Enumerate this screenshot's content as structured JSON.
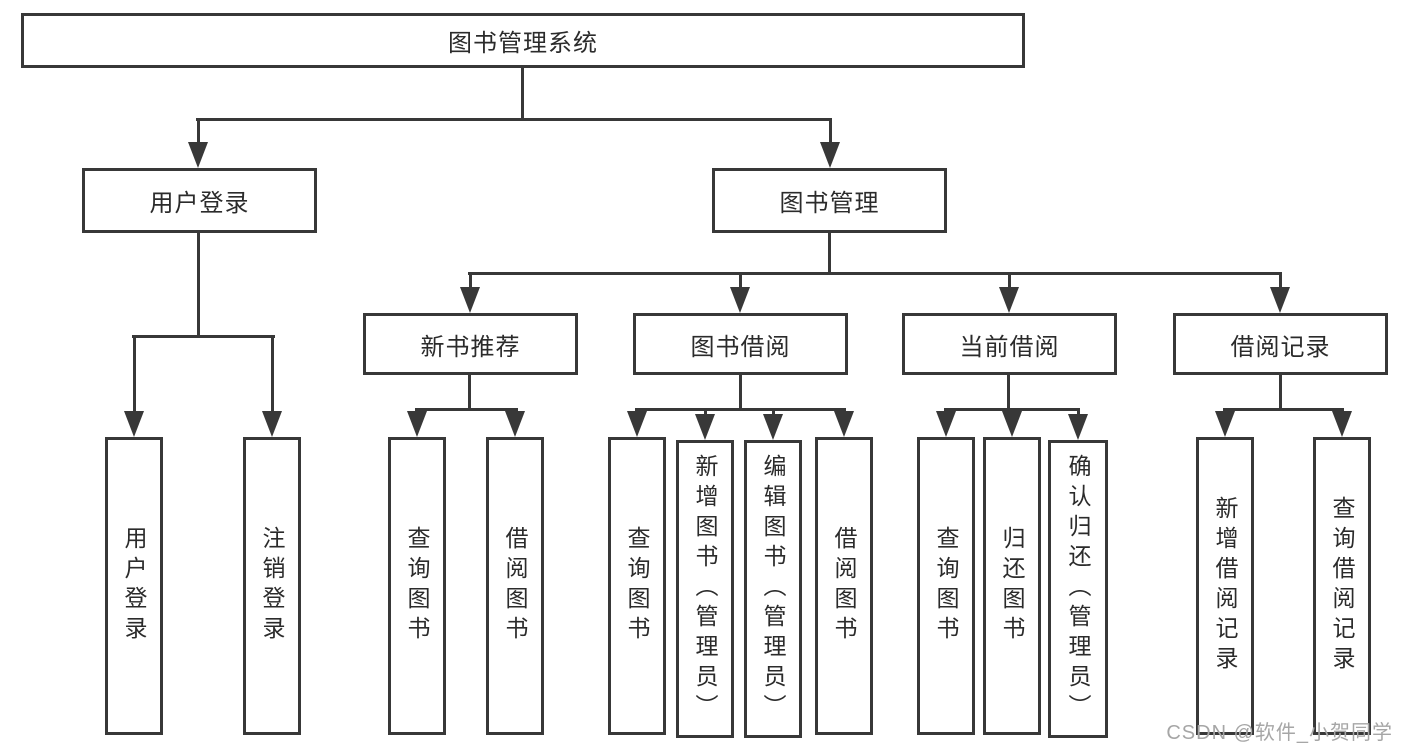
{
  "tree": {
    "label": "图书管理系统",
    "children": [
      {
        "label": "用户登录",
        "children": [
          {
            "label": "用户登录"
          },
          {
            "label": "注销登录"
          }
        ]
      },
      {
        "label": "图书管理",
        "children": [
          {
            "label": "新书推荐",
            "children": [
              {
                "label": "查询图书"
              },
              {
                "label": "借阅图书"
              }
            ]
          },
          {
            "label": "图书借阅",
            "children": [
              {
                "label": "查询图书"
              },
              {
                "label": "新增图书（管理员）"
              },
              {
                "label": "编辑图书（管理员）"
              },
              {
                "label": "借阅图书"
              }
            ]
          },
          {
            "label": "当前借阅",
            "children": [
              {
                "label": "查询图书"
              },
              {
                "label": "归还图书"
              },
              {
                "label": "确认归还（管理员）"
              }
            ]
          },
          {
            "label": "借阅记录",
            "children": [
              {
                "label": "新增借阅记录"
              },
              {
                "label": "查询借阅记录"
              }
            ]
          }
        ]
      }
    ]
  },
  "watermark": {
    "text": "CSDN @软件_小贺同学"
  },
  "colors": {
    "line": "#383838",
    "text": "#2b2b2b",
    "watermark": "#a6a6a6",
    "background": "#ffffff"
  }
}
